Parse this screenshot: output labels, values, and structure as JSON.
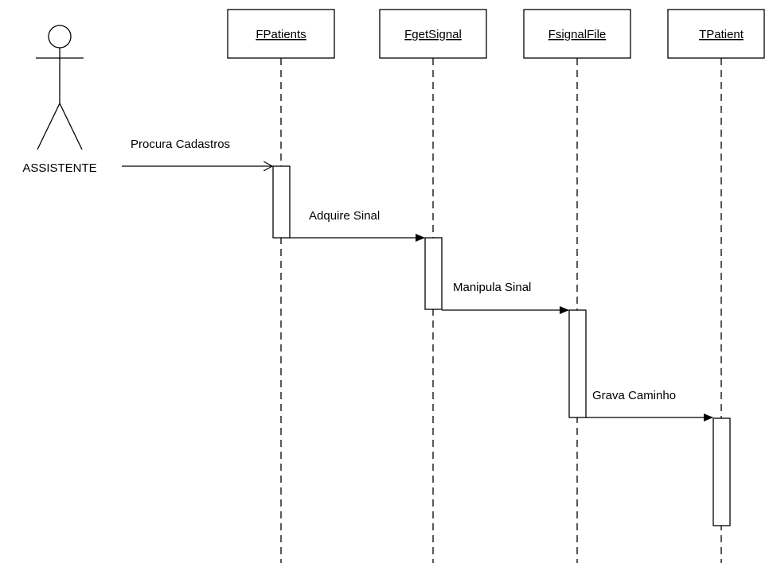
{
  "actor": {
    "name": "ASSISTENTE",
    "icon": "stick-figure-icon"
  },
  "objects": [
    {
      "name": "FPatients"
    },
    {
      "name": "FgetSignal"
    },
    {
      "name": "FsignalFile"
    },
    {
      "name": "TPatient"
    }
  ],
  "messages": [
    {
      "label": "Procura Cadastros",
      "from": "ASSISTENTE",
      "to": "FPatients"
    },
    {
      "label": "Adquire Sinal",
      "from": "FPatients",
      "to": "FgetSignal"
    },
    {
      "label": "Manipula Sinal",
      "from": "FgetSignal",
      "to": "FsignalFile"
    },
    {
      "label": "Grava Caminho",
      "from": "FsignalFile",
      "to": "TPatient"
    }
  ]
}
